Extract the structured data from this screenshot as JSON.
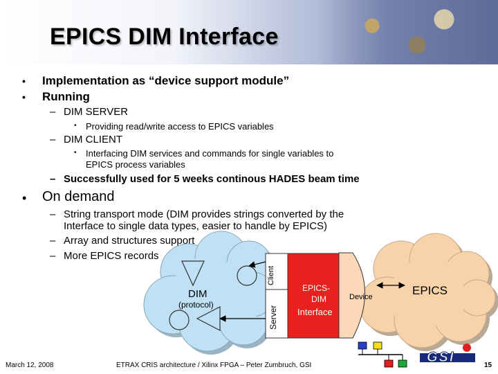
{
  "slide": {
    "title": "EPICS DIM Interface",
    "bullets": {
      "b1": "Implementation as “device support module”",
      "b2": "Running",
      "b2a": "DIM SERVER",
      "b2a1": "Providing read/write access to EPICS variables",
      "b2b": "DIM CLIENT",
      "b2b1_line1": "Interfacing DIM services and commands for single variables to",
      "b2b1_line2": "EPICS process variables",
      "b2c": "Successfully used for 5 weeks continous HADES beam time",
      "b3": "On demand",
      "b3a_line1": "String transport mode (DIM provides strings converted by the",
      "b3a_line2": "Interface to single data types, easier to handle by EPICS)",
      "b3b": "Array and structures support",
      "b3c": "More EPICS records"
    },
    "markers": {
      "bullet": "•",
      "dash": "–"
    }
  },
  "diagram": {
    "dim_label": "DIM",
    "dim_sub": "(protocol)",
    "client_label": "Client",
    "server_label": "Server",
    "epics_dim_line1": "EPICS-",
    "epics_dim_line2": "DIM",
    "epics_dim_line3": "Interface",
    "device_label": "Device",
    "epics_label": "EPICS",
    "colors": {
      "dim_cloud": "#bfe0f5",
      "epics_cloud": "#f8d2a8",
      "interface_box": "#e8201e",
      "device_panel": "#fad8b8"
    }
  },
  "footer": {
    "date": "March 12, 2008",
    "center": "ETRAX CRIS architecture / Xilinx FPGA – Peter Zumbruch, GSI",
    "page": "15",
    "logo_text": "GSI"
  }
}
